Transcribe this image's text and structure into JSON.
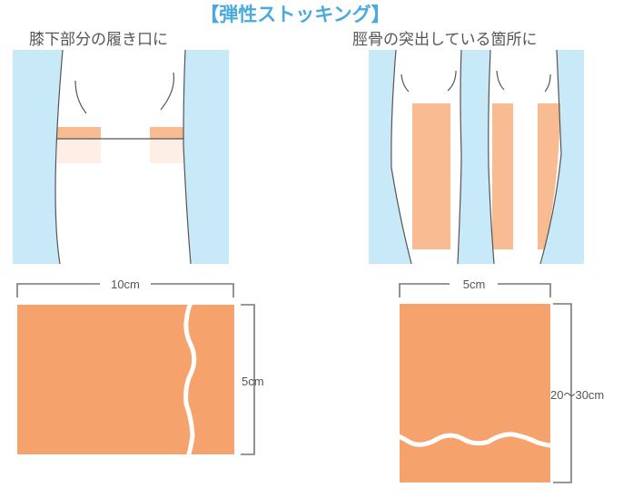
{
  "title": "【弾性ストッキング】",
  "left": {
    "caption": "膝下部分の履き口に",
    "width_label": "10cm",
    "height_label": "5cm"
  },
  "right": {
    "caption": "脛骨の突出している箇所に",
    "width_label": "5cm",
    "height_label": "20〜30cm"
  },
  "colors": {
    "accent": "#4aaae0",
    "skin_bg": "#c8e9f8",
    "pad": "#f8bb92",
    "pad_light": "#fdeee6",
    "tape": "#f6a26d"
  }
}
